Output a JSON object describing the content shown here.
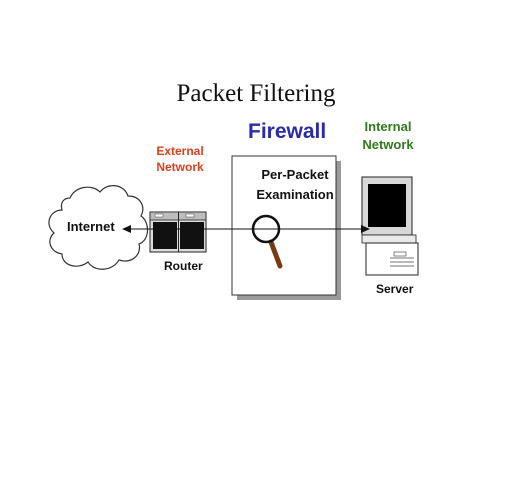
{
  "title": "Packet Filtering",
  "external_network": {
    "line1": "External",
    "line2": "Network"
  },
  "firewall": "Firewall",
  "internal_network": {
    "line1": "Internal",
    "line2": "Network"
  },
  "examination": {
    "line1": "Per-Packet",
    "line2": "Examination"
  },
  "internet": "Internet",
  "router": "Router",
  "server": "Server",
  "colors": {
    "external": "#e0401c",
    "firewall": "#2a2ab0",
    "internal": "#2e7d1a"
  },
  "icons": [
    "internet-cloud-icon",
    "router-icon",
    "magnifier-icon",
    "server-icon"
  ]
}
